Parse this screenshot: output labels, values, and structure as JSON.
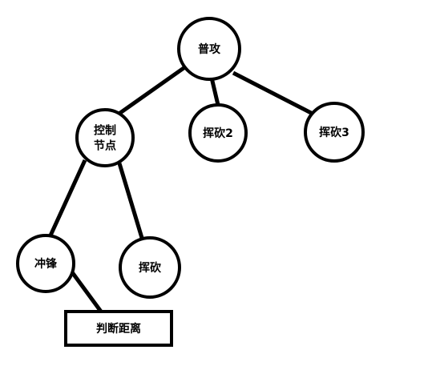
{
  "diagram": {
    "type": "behavior-tree",
    "nodes": [
      {
        "id": "root",
        "label": "普攻",
        "shape": "circle"
      },
      {
        "id": "control",
        "label": "控制\n节点",
        "shape": "circle"
      },
      {
        "id": "swing2",
        "label": "挥砍2",
        "shape": "circle"
      },
      {
        "id": "swing3",
        "label": "挥砍3",
        "shape": "circle"
      },
      {
        "id": "charge",
        "label": "冲锋",
        "shape": "circle"
      },
      {
        "id": "swing",
        "label": "挥砍",
        "shape": "circle"
      },
      {
        "id": "judge",
        "label": "判断距离",
        "shape": "rect"
      }
    ],
    "edges": [
      {
        "from": "root",
        "to": "control"
      },
      {
        "from": "root",
        "to": "swing2"
      },
      {
        "from": "root",
        "to": "swing3"
      },
      {
        "from": "control",
        "to": "charge"
      },
      {
        "from": "control",
        "to": "swing"
      },
      {
        "from": "charge",
        "to": "judge"
      }
    ],
    "colors": {
      "stroke": "#000000",
      "fill": "#ffffff",
      "text": "#000000"
    }
  }
}
